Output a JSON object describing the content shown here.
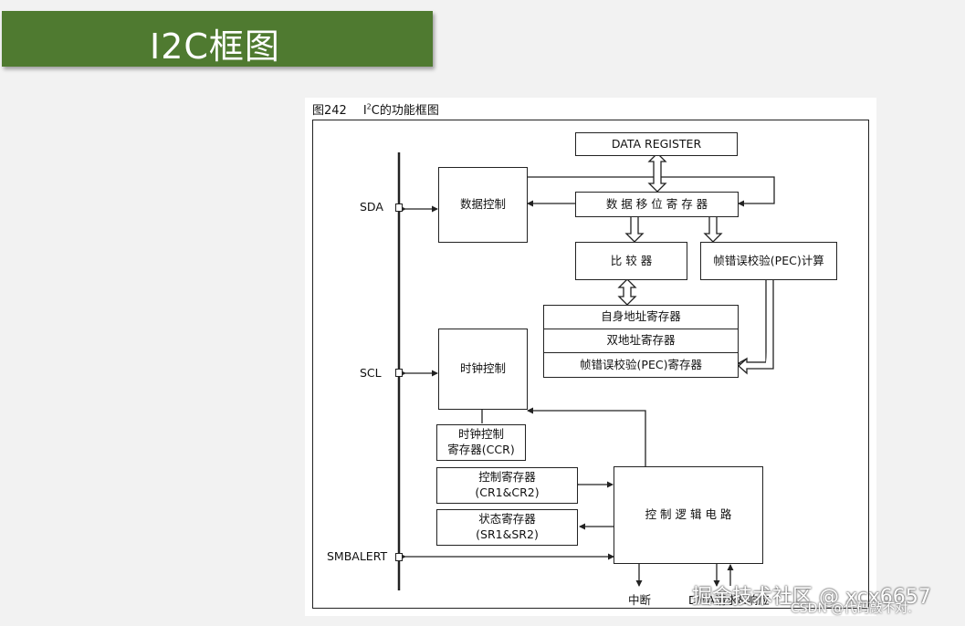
{
  "slide": {
    "title": "I2C框图"
  },
  "figure": {
    "number": "图242",
    "caption_prefix": "I",
    "caption_sup": "2",
    "caption_rest": "C的功能框图"
  },
  "pins": {
    "sda": "SDA",
    "scl": "SCL",
    "smbalert": "SMBALERT"
  },
  "blocks": {
    "data_register": "DATA REGISTER",
    "data_control": "数据控制",
    "shift_register": "数 据 移 位 寄 存 器",
    "comparator": "比 较 器",
    "pec_calc": "帧错误校验(PEC)计算",
    "own_address": "自身地址寄存器",
    "dual_address": "双地址寄存器",
    "pec_register": "帧错误校验(PEC)寄存器",
    "clock_control": "时钟控制",
    "ccr_line1": "时钟控制",
    "ccr_line2": "寄存器(CCR)",
    "cr_line1": "控制寄存器",
    "cr_line2": "(CR1&CR2)",
    "sr_line1": "状态寄存器",
    "sr_line2": "(SR1&SR2)",
    "control_logic": "控 制 逻 辑 电 路",
    "interrupt": "中断",
    "dma_label": "DMA请求&响应"
  },
  "watermarks": {
    "juejin": "掘金技术社区 @ xcx6657",
    "csdn": "CSDN @代码敲不对."
  },
  "colors": {
    "banner": "#4f7a30",
    "line": "#222222"
  }
}
